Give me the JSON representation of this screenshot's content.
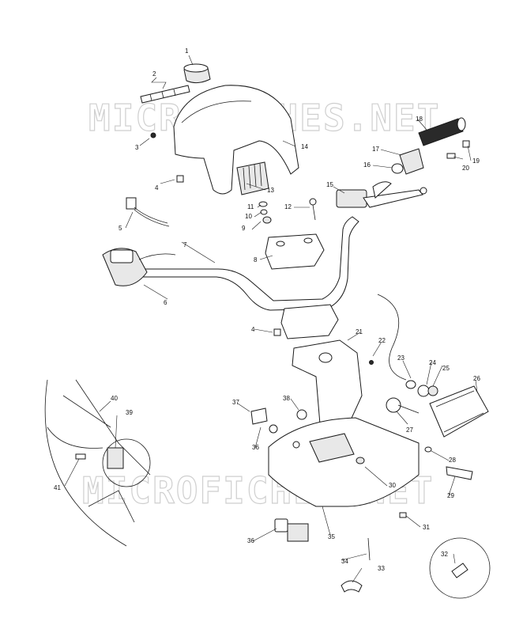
{
  "watermark": {
    "text_top": "MICROFICHES.NET",
    "text_bottom": "MICROFICHES.NET"
  },
  "callouts": {
    "c1": "1",
    "c2": "2",
    "c3": "3",
    "c4a": "4",
    "c4b": "4",
    "c5": "5",
    "c6": "6",
    "c7": "7",
    "c8": "8",
    "c9": "9",
    "c10": "10",
    "c11": "11",
    "c12": "12",
    "c13": "13",
    "c14": "14",
    "c15": "15",
    "c16": "16",
    "c17": "17",
    "c18": "18",
    "c19": "19",
    "c20": "20",
    "c21": "21",
    "c22": "22",
    "c23": "23",
    "c24": "24",
    "c25": "25",
    "c26": "26",
    "c27": "27",
    "c28": "28",
    "c29": "29",
    "c30": "30",
    "c31": "31",
    "c32": "32",
    "c33": "33",
    "c34": "34",
    "c35": "35",
    "c36a": "36",
    "c36b": "36",
    "c37": "37",
    "c38": "38",
    "c39": "39",
    "c40": "40",
    "c41": "41"
  }
}
